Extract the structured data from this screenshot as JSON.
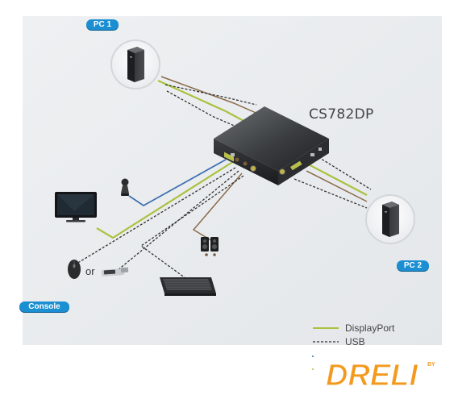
{
  "labels": {
    "pc1": "PC 1",
    "pc2": "PC 2",
    "console": "Console",
    "device_model": "CS782DP",
    "or_text": "or"
  },
  "legend": {
    "displayport": "DisplayPort",
    "usb": "USB"
  },
  "logo": {
    "text": "DRELI",
    "superscript": "BY"
  },
  "colors": {
    "displayport_line": "#a9c23f",
    "usb_line": "#333333",
    "audio_line": "#8b6b4a",
    "mic_line": "#3b6fb0",
    "pill": "#1b8fd1",
    "logo_orange": "#f39a1e"
  },
  "icons": [
    "pc-tower-icon",
    "monitor-icon",
    "microphone-icon",
    "speakers-icon",
    "mouse-icon",
    "usb-stick-icon",
    "keyboard-icon",
    "kvm-switch-icon"
  ]
}
